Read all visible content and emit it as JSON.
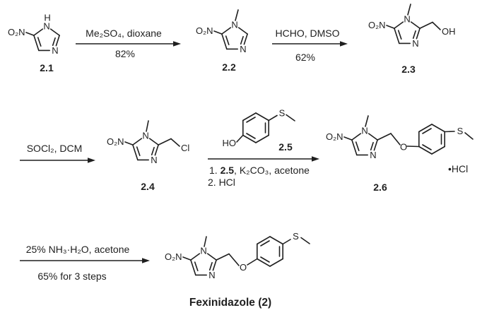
{
  "colors": {
    "ink": "#1f1f1f"
  },
  "atoms": {
    "nitro": "O₂N",
    "n": "N",
    "h": "H",
    "oh": "OH",
    "ho": "HO",
    "cl": "Cl",
    "s": "S",
    "o": "O"
  },
  "salt": "•HCl",
  "compounds": {
    "c21": "2.1",
    "c22": "2.2",
    "c23": "2.3",
    "c24": "2.4",
    "c25": "2.5",
    "c26": "2.6",
    "final": "Fexinidazole (2)"
  },
  "steps": {
    "s1": {
      "reagents": "Me₂SO₄, dioxane",
      "yield": "82%"
    },
    "s2": {
      "reagents": "HCHO, DMSO",
      "yield": "62%"
    },
    "s3": {
      "reagents": "SOCl₂, DCM"
    },
    "s4": {
      "cond1_pre": "1. ",
      "cond1_ref": "2.5",
      "cond1_post": ", K₂CO₃, acetone",
      "cond2": "2. HCl"
    },
    "s5": {
      "reagents": "25% NH₃·H₂O, acetone",
      "yield": "65% for 3 steps"
    }
  }
}
